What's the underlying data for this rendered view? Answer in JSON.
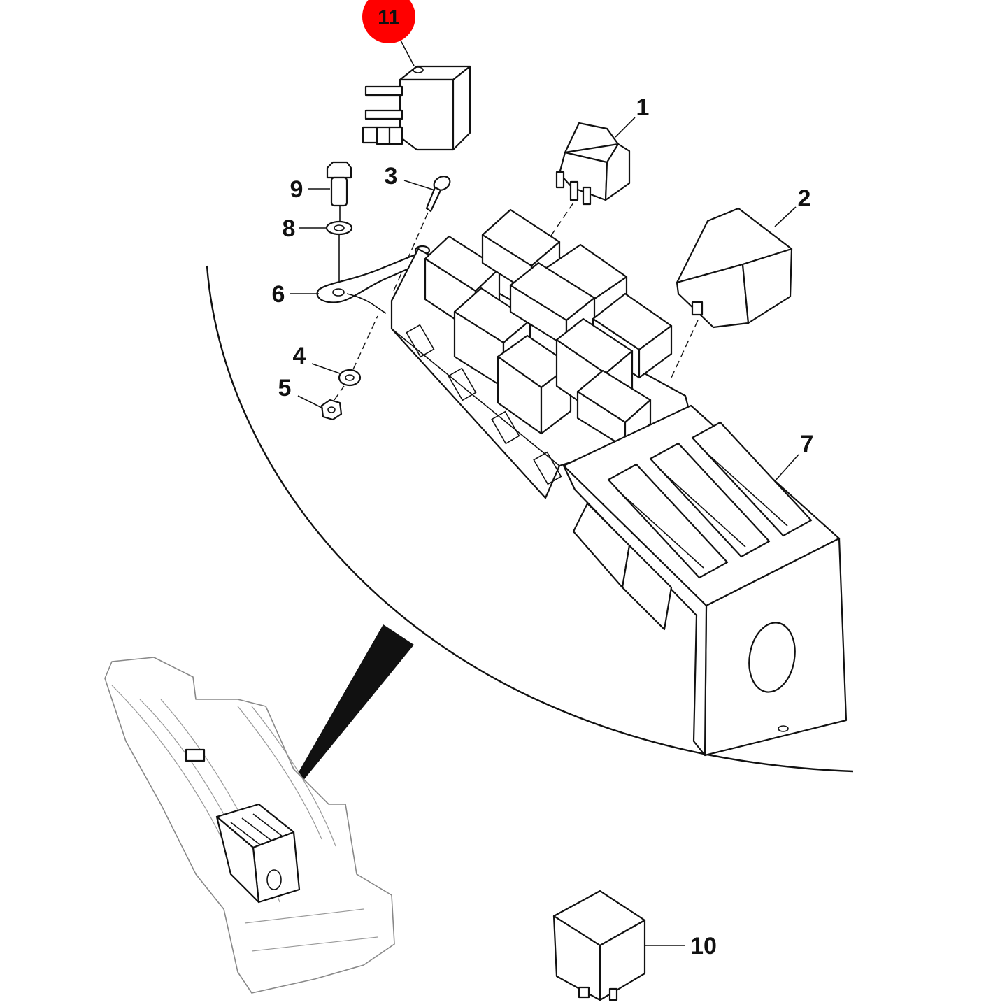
{
  "callouts": [
    {
      "id": "c1",
      "text": "1"
    },
    {
      "id": "c2",
      "text": "2"
    },
    {
      "id": "c3",
      "text": "3"
    },
    {
      "id": "c4",
      "text": "4"
    },
    {
      "id": "c5",
      "text": "5"
    },
    {
      "id": "c6",
      "text": "6"
    },
    {
      "id": "c7",
      "text": "7"
    },
    {
      "id": "c8",
      "text": "8"
    },
    {
      "id": "c9",
      "text": "9"
    },
    {
      "id": "c10",
      "text": "10"
    },
    {
      "id": "c11",
      "text": "11"
    }
  ],
  "highlight": {
    "callout": "11",
    "color": "#ff0000"
  },
  "colors": {
    "line": "#111111",
    "background": "#ffffff",
    "ghost": "#888888"
  }
}
